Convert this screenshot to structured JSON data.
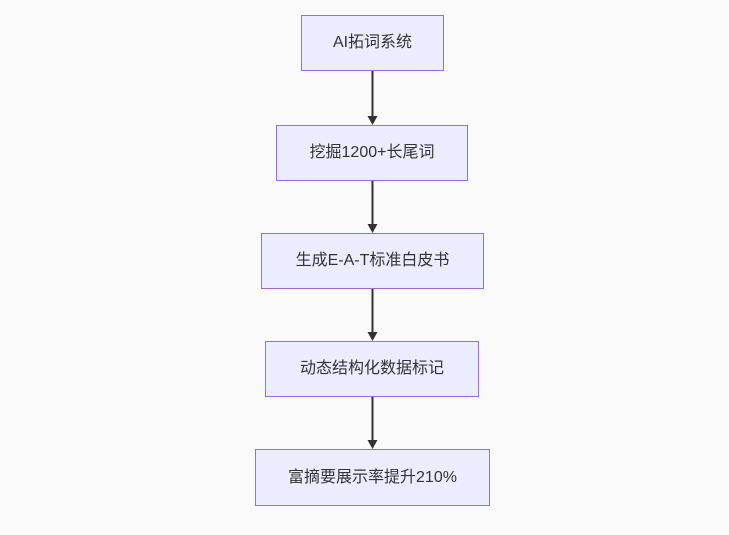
{
  "diagram": {
    "type": "flowchart",
    "direction": "top-down",
    "nodes": [
      {
        "id": "node-1",
        "label": "AI拓词系统"
      },
      {
        "id": "node-2",
        "label": "挖掘1200+长尾词"
      },
      {
        "id": "node-3",
        "label": "生成E-A-T标准白皮书"
      },
      {
        "id": "node-4",
        "label": "动态结构化数据标记"
      },
      {
        "id": "node-5",
        "label": "富摘要展示率提升210%"
      }
    ],
    "edges": [
      {
        "from": "node-1",
        "to": "node-2",
        "style": "arrow-down"
      },
      {
        "from": "node-2",
        "to": "node-3",
        "style": "arrow-down"
      },
      {
        "from": "node-3",
        "to": "node-4",
        "style": "arrow-down"
      },
      {
        "from": "node-4",
        "to": "node-5",
        "style": "arrow-down"
      }
    ],
    "colors": {
      "node_fill": "#ECECFF",
      "node_border": "#9370DB",
      "edge_line": "#333333",
      "text": "#333333",
      "background": "#FAFAFA"
    }
  }
}
